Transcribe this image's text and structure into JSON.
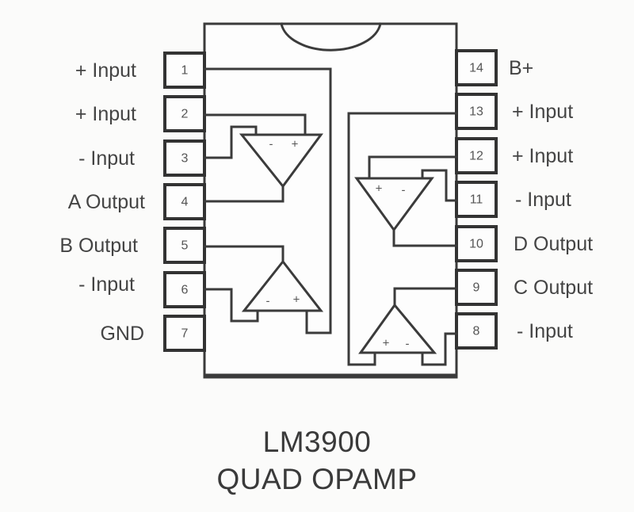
{
  "diagram": {
    "chip_name": "LM3900",
    "chip_description": "QUAD OPAMP",
    "colors": {
      "background": "#fbfbfa",
      "line": "#3b3b3b",
      "text": "#444444"
    },
    "left_pins": [
      {
        "number": "1",
        "label": "+ Input"
      },
      {
        "number": "2",
        "label": "+ Input"
      },
      {
        "number": "3",
        "label": "- Input"
      },
      {
        "number": "4",
        "label": "A Output"
      },
      {
        "number": "5",
        "label": "B Output"
      },
      {
        "number": "6",
        "label": "- Input"
      },
      {
        "number": "7",
        "label": "GND"
      }
    ],
    "right_pins": [
      {
        "number": "14",
        "label": "B+"
      },
      {
        "number": "13",
        "label": "+ Input"
      },
      {
        "number": "12",
        "label": "+ Input"
      },
      {
        "number": "11",
        "label": "- Input"
      },
      {
        "number": "10",
        "label": "D Output"
      },
      {
        "number": "9",
        "label": "C Output"
      },
      {
        "number": "8",
        "label": "- Input"
      }
    ],
    "opamps": [
      {
        "id": "A",
        "minus": "-",
        "plus": "+"
      },
      {
        "id": "B",
        "minus": "-",
        "plus": "+"
      },
      {
        "id": "D",
        "plus": "+",
        "minus": "-"
      },
      {
        "id": "C",
        "plus": "+",
        "minus": "-"
      }
    ]
  }
}
